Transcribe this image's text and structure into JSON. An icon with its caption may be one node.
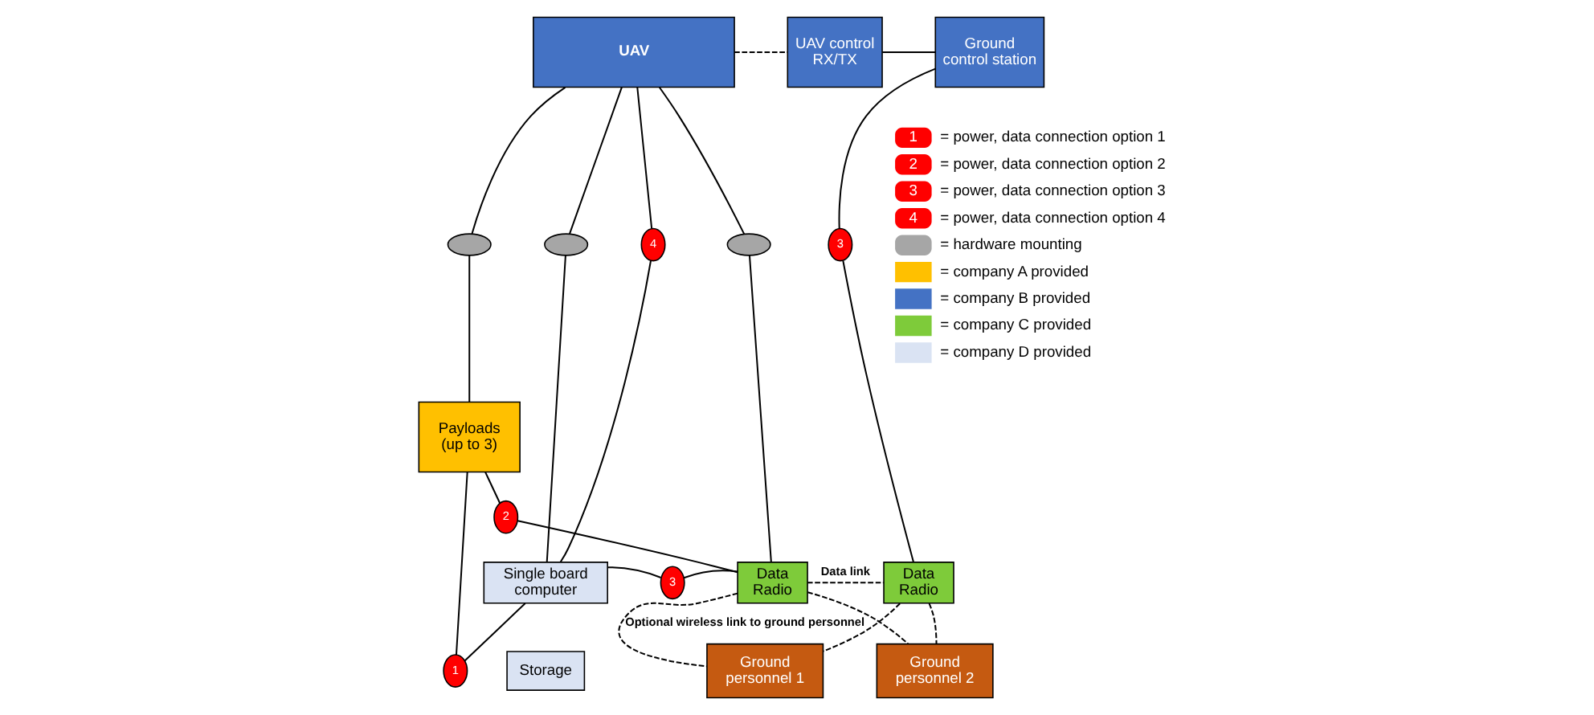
{
  "diagram": {
    "nodes": [
      {
        "text": [
          "UAV"
        ]
      },
      {
        "text": [
          "UAV control RX/TX"
        ]
      },
      {
        "text": [
          "Ground control station"
        ]
      },
      {
        "text": [],
        "shape": "ellipse"
      },
      {
        "text": [],
        "shape": "ellipse"
      },
      {
        "text": [
          "4"
        ]
      },
      {
        "text": [],
        "shape": "ellipse"
      },
      {
        "text": [
          "3"
        ]
      },
      {
        "text": [
          "Single board computer"
        ]
      },
      {
        "text": [
          "Storage"
        ]
      },
      {
        "text": [
          "3"
        ]
      },
      {
        "text": [
          "Data Radio"
        ]
      },
      {
        "text": [
          "Data Radio"
        ]
      },
      {
        "text": [
          "1"
        ]
      },
      {
        "text": [
          "Payloads (up to 3)"
        ]
      },
      {
        "text": [
          "2"
        ]
      },
      {
        "text": [
          "Ground personnel 1"
        ]
      },
      {
        "text": [
          "Ground personnel 2"
        ]
      }
    ],
    "edges": [
      {
        "from": 0,
        "to": 1,
        "arrow": "none",
        "style": "dashed"
      },
      {
        "from": 1,
        "to": 2,
        "arrow": "none"
      },
      {
        "from": 0,
        "to": 3,
        "arrow": "none"
      },
      {
        "from": 3,
        "to": 14,
        "arrow": "none"
      },
      {
        "from": 0,
        "to": 4,
        "arrow": "none"
      },
      {
        "from": 4,
        "to": 8,
        "arrow": "none"
      },
      {
        "from": 0,
        "to": 5,
        "arrow": "none"
      },
      {
        "from": 5,
        "to": 8,
        "arrow": "none"
      },
      {
        "from": 0,
        "to": 6,
        "arrow": "none"
      },
      {
        "from": 6,
        "to": 11,
        "arrow": "none"
      },
      {
        "from": 2,
        "to": 7,
        "arrow": "none"
      },
      {
        "from": 7,
        "to": 12,
        "arrow": "none"
      },
      {
        "from": 8,
        "to": 10,
        "arrow": "none"
      },
      {
        "from": 10,
        "to": 11,
        "arrow": "none"
      },
      {
        "from": 11,
        "to": 12,
        "arrow": "none",
        "style": "dashed",
        "label": "Data link"
      },
      {
        "from": 8,
        "to": 13,
        "arrow": "none"
      },
      {
        "from": 13,
        "to": 14,
        "arrow": "none"
      },
      {
        "from": 14,
        "to": 15,
        "arrow": "none"
      },
      {
        "from": 15,
        "to": 11,
        "arrow": "none"
      },
      {
        "from": 11,
        "to": 16,
        "arrow": "none",
        "style": "dashed",
        "label": "Optional wireless link to ground personnel"
      },
      {
        "from": 11,
        "to": 17,
        "arrow": "none",
        "style": "dashed"
      },
      {
        "from": 12,
        "to": 16,
        "arrow": "none",
        "style": "dashed"
      },
      {
        "from": 12,
        "to": 17,
        "arrow": "none",
        "style": "dashed"
      }
    ],
    "labels": [
      "1",
      "2",
      "3",
      "4"
    ],
    "legend": [
      {
        "text": "= power, data connection option 1"
      },
      {
        "text": "= power, data connection option 2"
      },
      {
        "text": "= power, data connection option 3"
      },
      {
        "text": "= power, data connection option 4"
      },
      {
        "text": "= hardware mounting"
      },
      {
        "text": "= company A provided",
        "color": "#ffc000"
      },
      {
        "text": "= company B provided",
        "color": "#4472c4"
      },
      {
        "text": "= company C provided",
        "color": "#7ecb3a"
      },
      {
        "text": "= company D provided",
        "color": "#dae3f3"
      }
    ]
  }
}
